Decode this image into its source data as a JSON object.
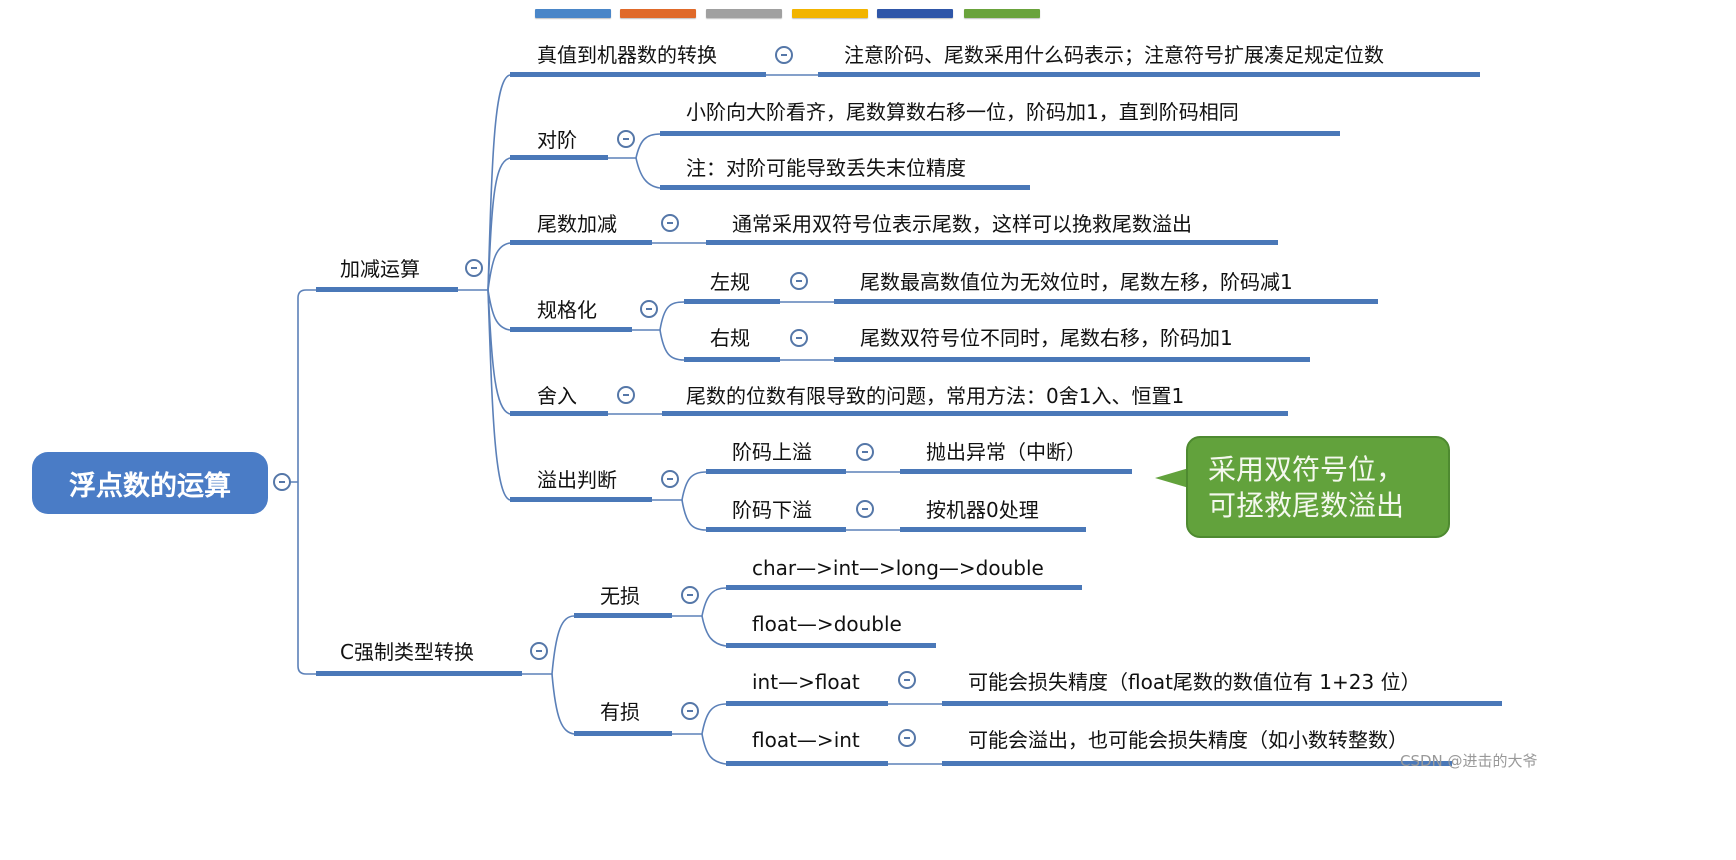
{
  "palette": [
    "#4a86c8",
    "#e06a2a",
    "#a0a0a0",
    "#f2b400",
    "#2f56a8",
    "#6aa33c"
  ],
  "root": {
    "label": "浮点数的运算"
  },
  "branches": {
    "addsub": {
      "label": "加减运算",
      "children": {
        "convert": {
          "label": "真值到机器数的转换",
          "note": "注意阶码、尾数采用什么码表示；注意符号扩展凑足规定位数"
        },
        "align": {
          "label": "对阶",
          "notes": [
            "小阶向大阶看齐，尾数算数右移一位，阶码加1，直到阶码相同",
            "注：对阶可能导致丢失末位精度"
          ]
        },
        "mantissa": {
          "label": "尾数加减",
          "note": "通常采用双符号位表示尾数，这样可以挽救尾数溢出"
        },
        "normalize": {
          "label": "规格化",
          "children": [
            {
              "label": "左规",
              "note": "尾数最高数值位为无效位时，尾数左移，阶码减1"
            },
            {
              "label": "右规",
              "note": "尾数双符号位不同时，尾数右移，阶码加1"
            }
          ]
        },
        "round": {
          "label": "舍入",
          "note": "尾数的位数有限导致的问题，常用方法：0舍1入、恒置1"
        },
        "overflow": {
          "label": "溢出判断",
          "children": [
            {
              "label": "阶码上溢",
              "note": "抛出异常（中断）"
            },
            {
              "label": "阶码下溢",
              "note": "按机器0处理"
            }
          ]
        }
      }
    },
    "cast": {
      "label": "C强制类型转换",
      "children": {
        "lossless": {
          "label": "无损",
          "items": [
            "char—>int—>long—>double",
            "float—>double"
          ]
        },
        "lossy": {
          "label": "有损",
          "children": [
            {
              "label": "int—>float",
              "note": "可能会损失精度（float尾数的数值位有 1+23 位）"
            },
            {
              "label": "float—>int",
              "note": "可能会溢出，也可能会损失精度（如小数转整数）"
            }
          ]
        }
      }
    }
  },
  "callout": {
    "lines": [
      "采用双符号位，",
      "可拯救尾数溢出"
    ]
  },
  "watermark": "CSDN @进击的大爷"
}
